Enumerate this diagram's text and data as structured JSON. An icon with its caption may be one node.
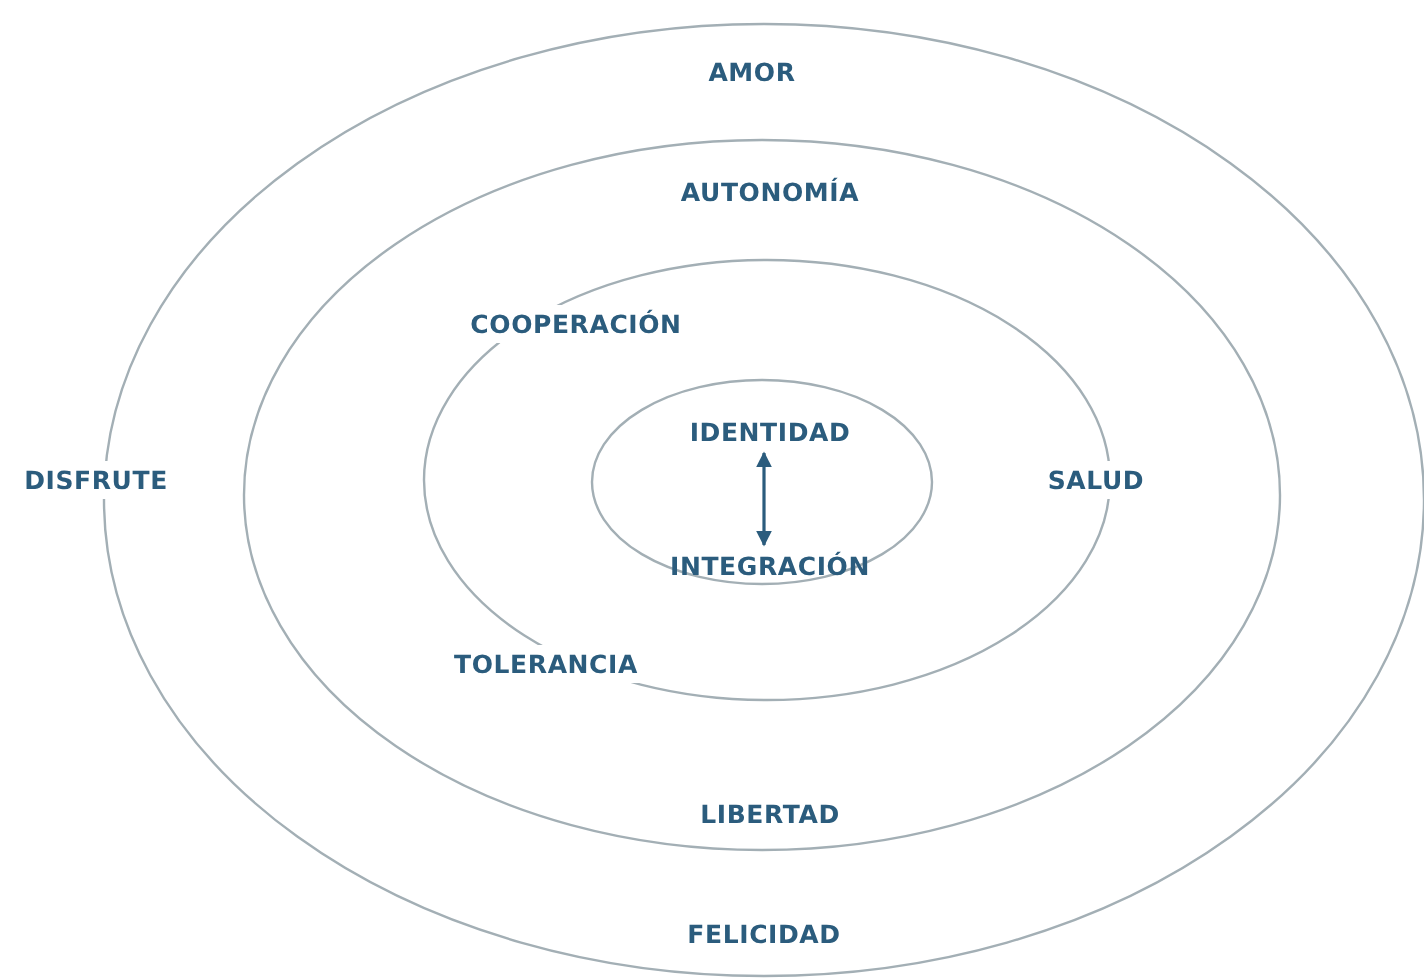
{
  "diagram": {
    "nodes": [
      {
        "text": [
          "AMOR",
          "DISFRUTE",
          "FELICIDAD"
        ]
      },
      {
        "text": [
          "AUTONOMÍA",
          "LIBERTAD"
        ],
        "in": 0
      },
      {
        "text": [
          "COOPERACIÓN",
          "SALUD",
          "TOLERANCIA"
        ],
        "in": 1
      },
      {
        "text": [],
        "shape": "ellipse",
        "in": 2
      },
      {
        "text": [
          "IDENTIDAD"
        ],
        "in": 3
      },
      {
        "text": [
          "INTEGRACIÓN"
        ],
        "in": 3
      }
    ],
    "edges": [
      {
        "from": 4,
        "to": 5,
        "arrow": "both"
      }
    ]
  }
}
